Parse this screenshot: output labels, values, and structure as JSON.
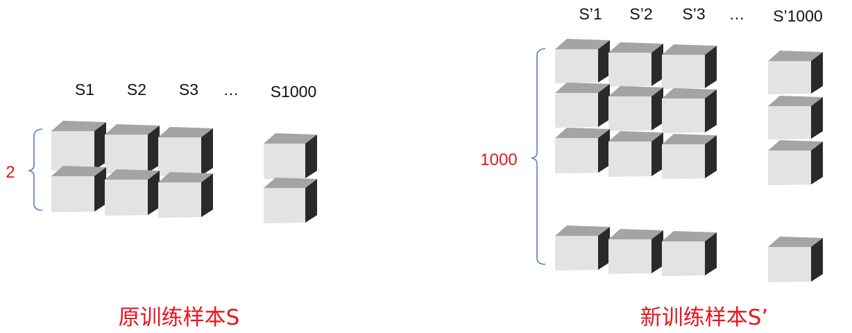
{
  "original_set": {
    "title": "原训练样本S",
    "count_label": "2",
    "column_labels": [
      "S1",
      "S2",
      "S3",
      "…",
      "S1000"
    ]
  },
  "new_set": {
    "title": "新训练样本S’",
    "count_label": "1000",
    "column_labels": [
      "S’1",
      "S’2",
      "S’3",
      "…",
      "S’1000"
    ]
  },
  "colors": {
    "accent": "#e8141c",
    "brace": "#5a7db5",
    "cube_front": "#e3e3e3",
    "cube_top": "#a4a4a4",
    "cube_side": "#2a2a2a"
  }
}
